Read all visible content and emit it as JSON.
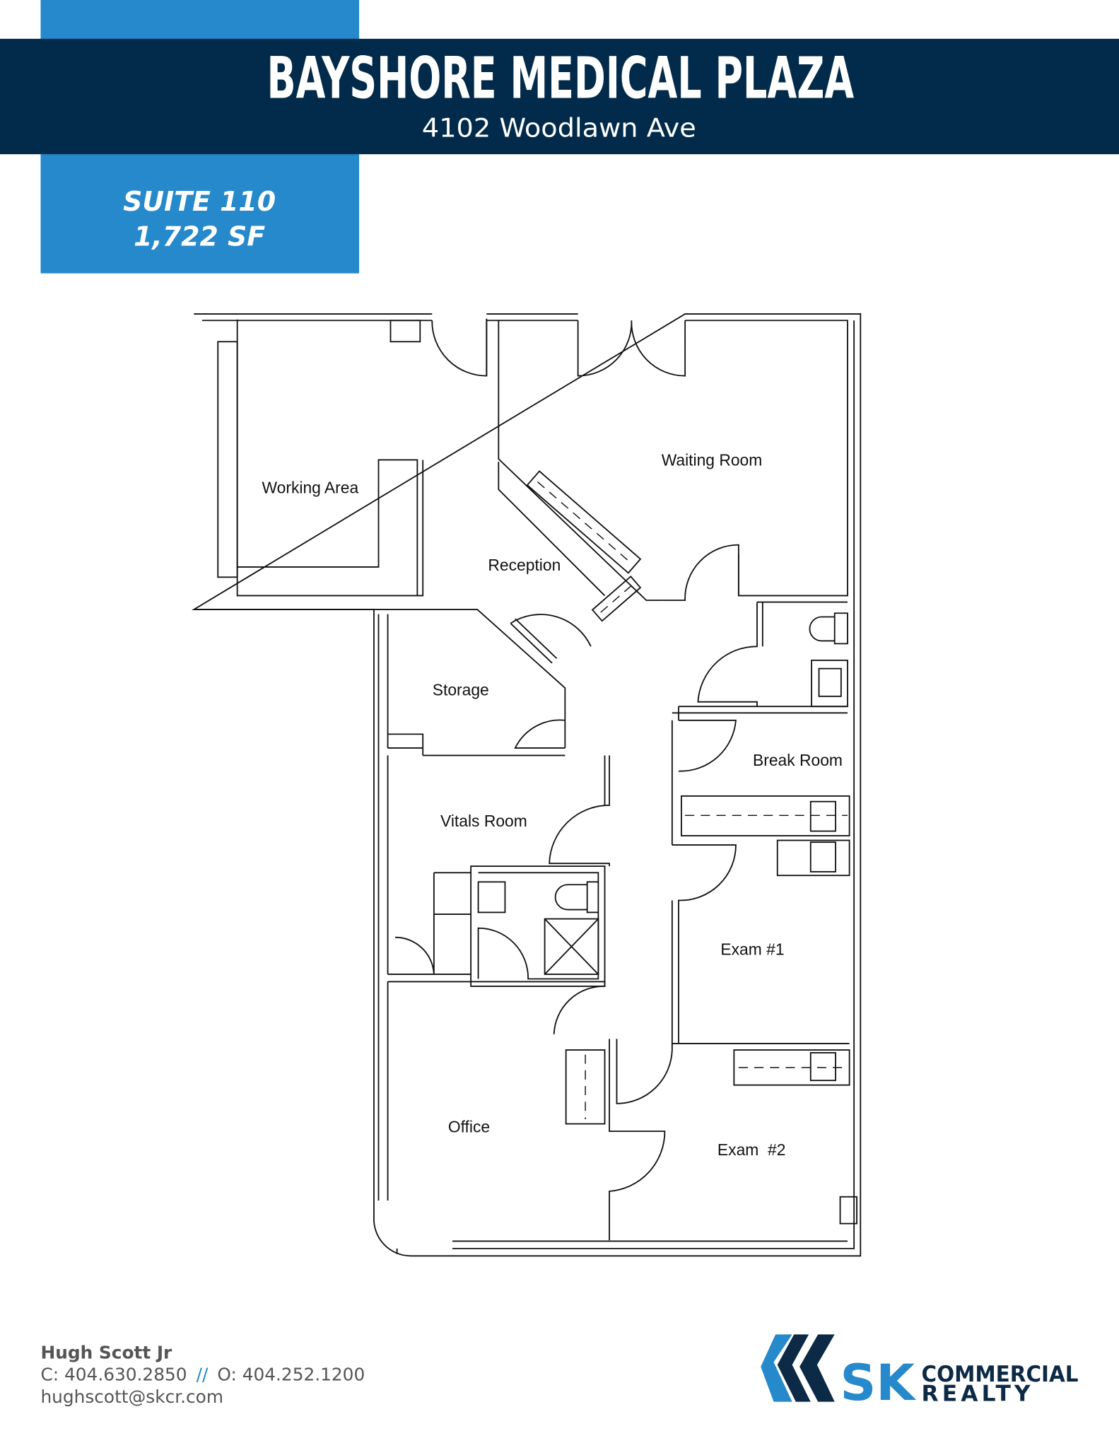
{
  "header": {
    "title": "BAYSHORE MEDICAL PLAZA",
    "address": "4102 Woodlawn Ave"
  },
  "suite": {
    "name": "SUITE 110",
    "area": "1,722 SF"
  },
  "floorplan": {
    "rooms": {
      "working_area": "Working Area",
      "waiting_room": "Waiting Room",
      "reception": "Reception",
      "storage": "Storage",
      "break_room": "Break Room",
      "vitals_room": "Vitals Room",
      "exam1": "Exam #1",
      "office": "Office",
      "exam2": "Exam  #2"
    }
  },
  "contact": {
    "name": "Hugh Scott Jr",
    "cell": "C: 404.630.2850",
    "separator": "//",
    "office": "O: 404.252.1200",
    "email": "hughscott@skcr.com"
  },
  "logo": {
    "mark": "SK",
    "line1": "COMMERCIAL",
    "line2": "REALTY"
  },
  "colors": {
    "navy": "#022b4b",
    "blue": "#2589cc"
  }
}
